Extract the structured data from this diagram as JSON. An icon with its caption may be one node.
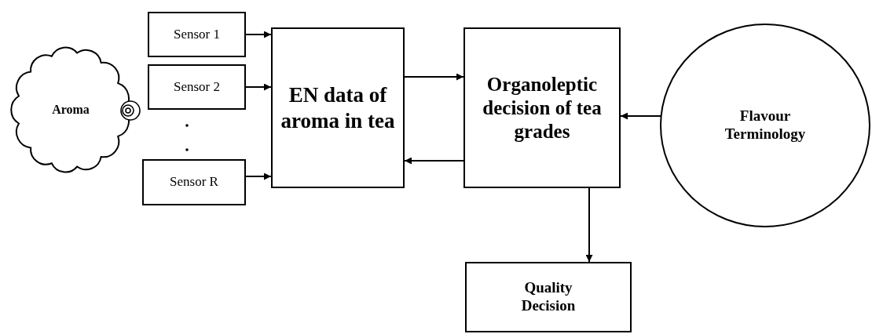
{
  "diagram": {
    "nodes": [
      {
        "text": [
          "Aroma"
        ]
      },
      {
        "text": [
          "Sensor 1"
        ]
      },
      {
        "text": [
          "Sensor 2"
        ]
      },
      {
        "text": [
          "Sensor R"
        ]
      },
      {
        "text": [
          "EN data of aroma in tea"
        ]
      },
      {
        "text": [
          "Organoleptic decision of tea grades"
        ]
      },
      {
        "text": [
          "Flavour Terminology"
        ]
      },
      {
        "text": [
          "Quality Decision"
        ]
      }
    ],
    "edges": [
      {
        "from": 1,
        "to": 4,
        "arrow": "to"
      },
      {
        "from": 2,
        "to": 4,
        "arrow": "to"
      },
      {
        "from": 3,
        "to": 4,
        "arrow": "to"
      },
      {
        "from": 4,
        "to": 5,
        "arrow": "to"
      },
      {
        "from": 5,
        "to": 4,
        "arrow": "to"
      },
      {
        "from": 6,
        "to": 5,
        "arrow": "to"
      },
      {
        "from": 5,
        "to": 7,
        "arrow": "to"
      }
    ]
  }
}
